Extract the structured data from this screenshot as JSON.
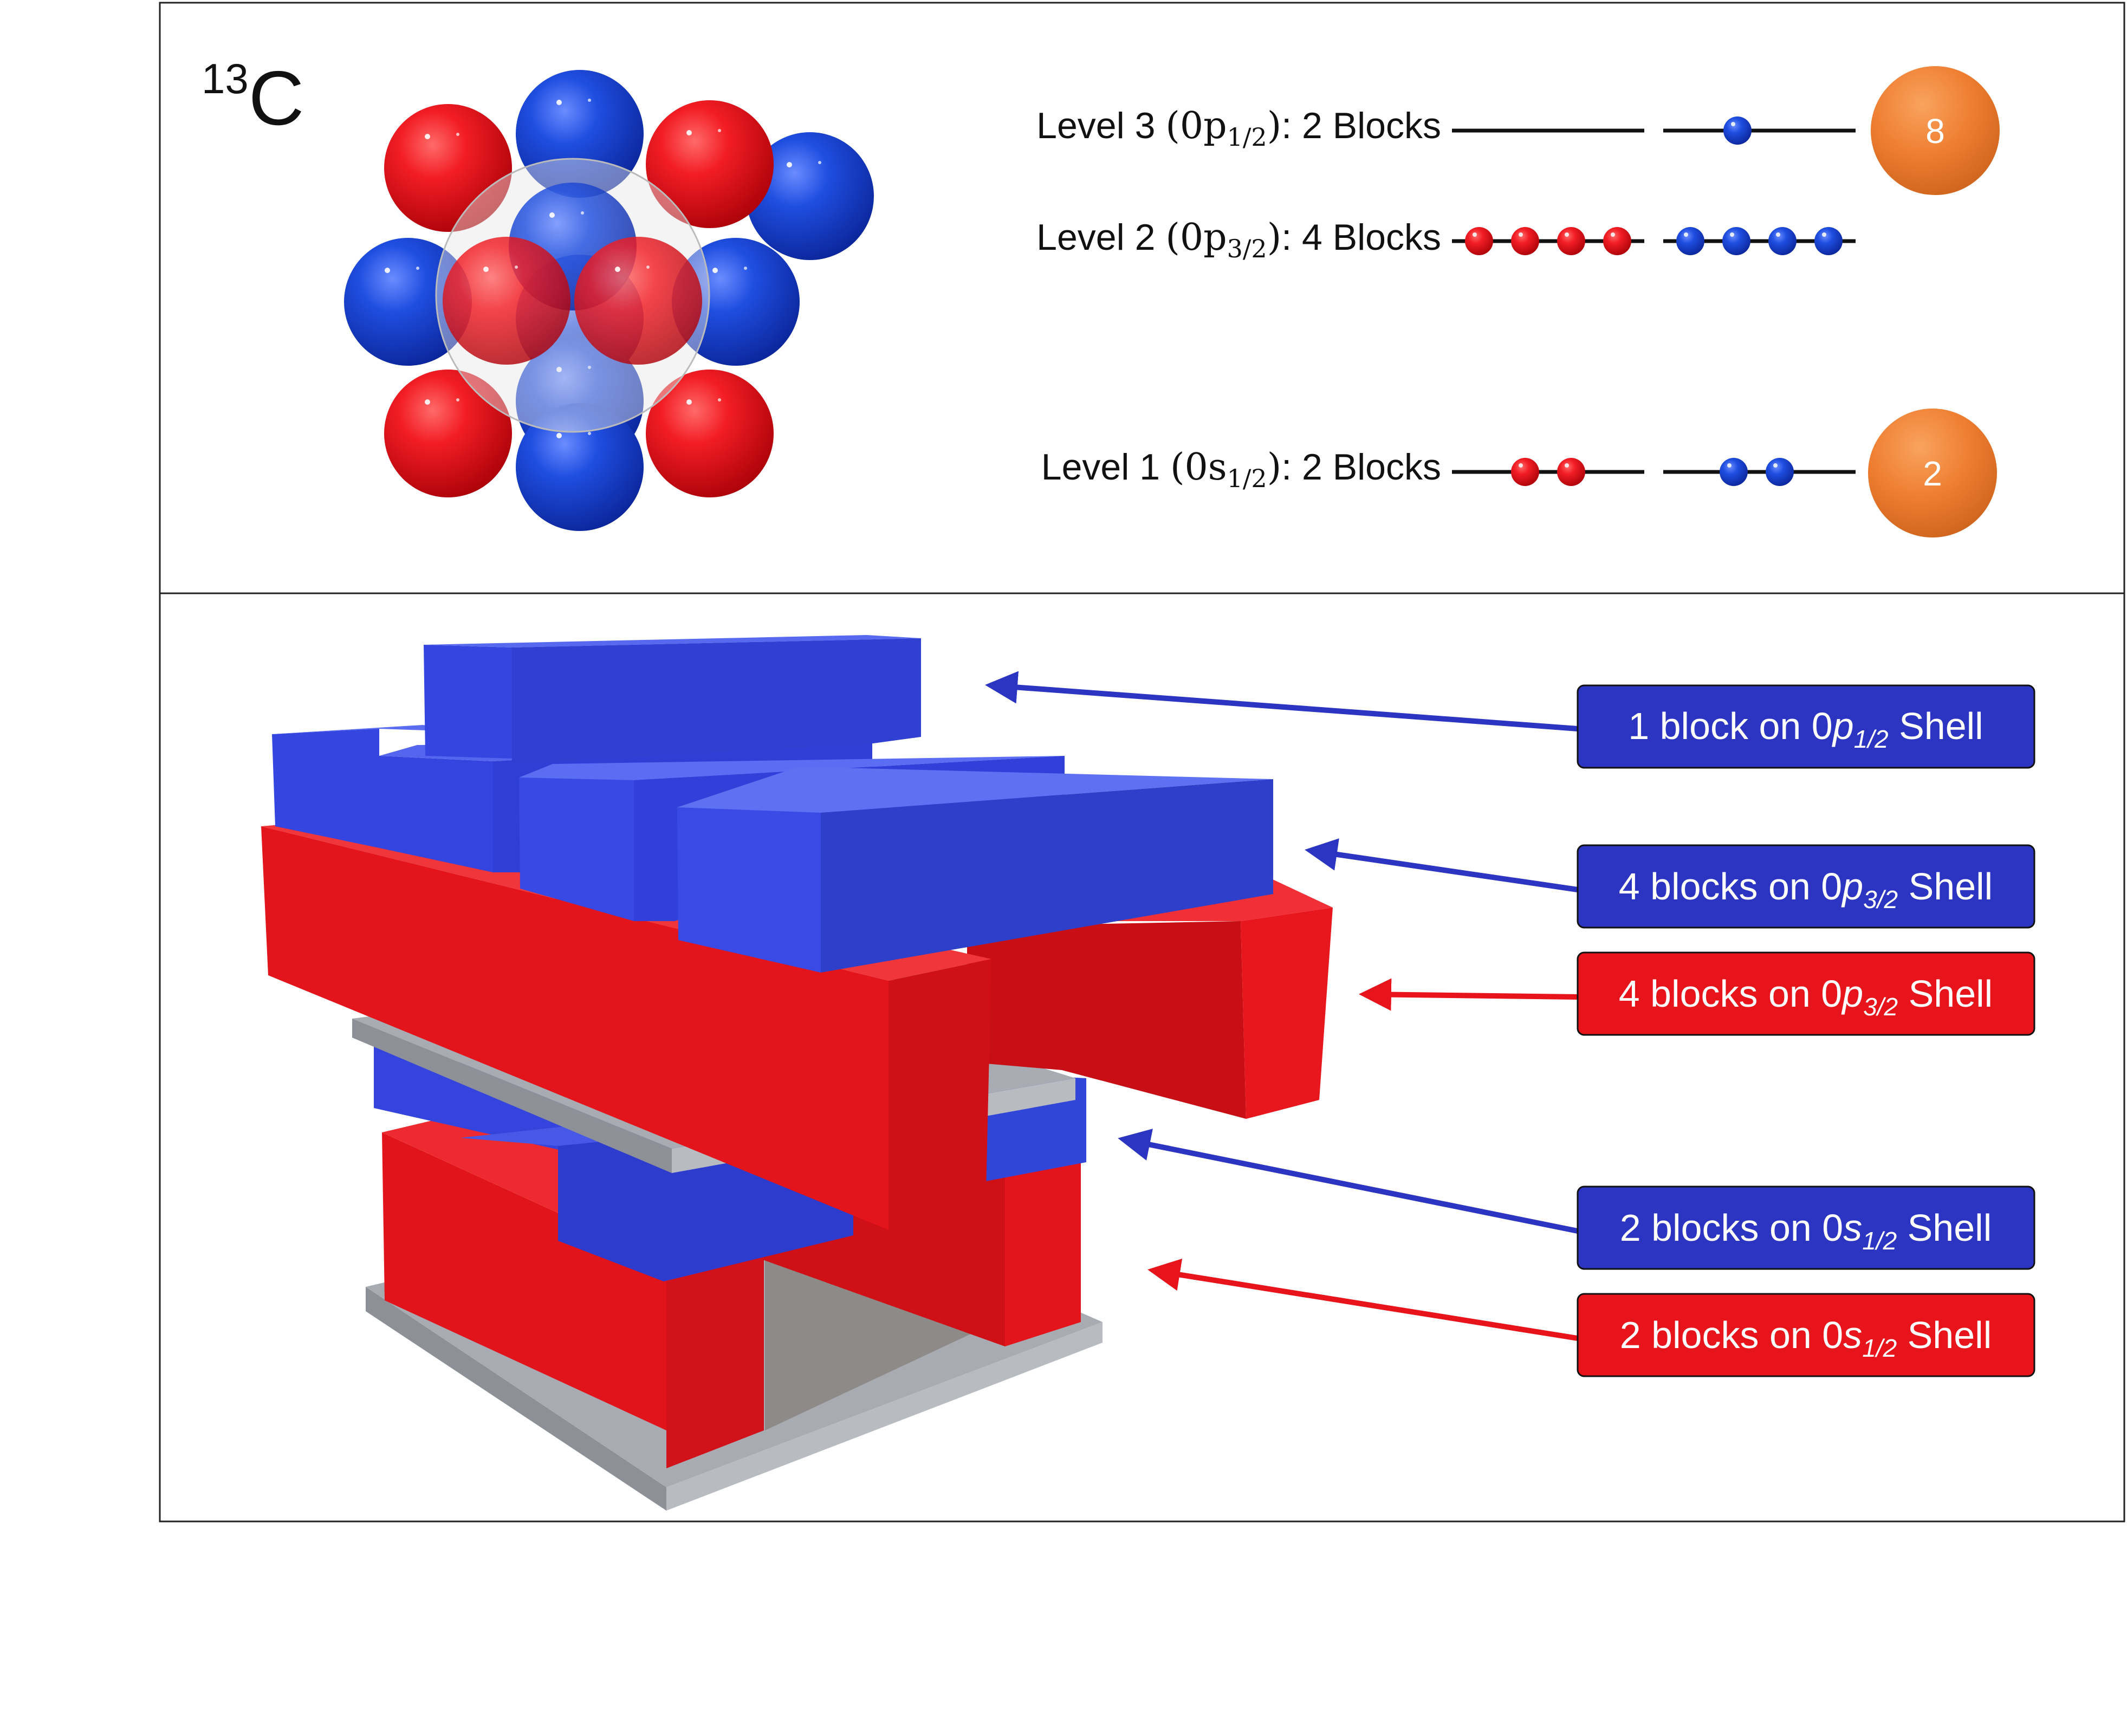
{
  "nucleus": {
    "mass_number": "13",
    "symbol": "C"
  },
  "levels": [
    {
      "id": "level-3",
      "label": "Level 3",
      "orbital": "0p",
      "sub": "1/2",
      "suffix": ": 2 Blocks",
      "left_dots": [],
      "right_dots": [
        "blue"
      ]
    },
    {
      "id": "level-2",
      "label": "Level 2",
      "orbital": "0p",
      "sub": "3/2",
      "suffix": ": 4 Blocks",
      "left_dots": [
        "red",
        "red",
        "red",
        "red"
      ],
      "right_dots": [
        "blue",
        "blue",
        "blue",
        "blue"
      ]
    },
    {
      "id": "level-1",
      "label": "Level 1",
      "orbital": "0s",
      "sub": "1/2",
      "suffix": ": 2 Blocks",
      "left_dots": [
        "red",
        "red"
      ],
      "right_dots": [
        "blue",
        "blue"
      ]
    }
  ],
  "magic_numbers": [
    "8",
    "2"
  ],
  "callouts": [
    {
      "id": "callout-1",
      "color": "blue",
      "prefix": "1 block on 0",
      "orb": "p",
      "sub": "1/2",
      "suffix": " Shell"
    },
    {
      "id": "callout-2",
      "color": "blue",
      "prefix": "4 blocks on 0",
      "orb": "p",
      "sub": "3/2",
      "suffix": " Shell"
    },
    {
      "id": "callout-3",
      "color": "red",
      "prefix": "4 blocks on 0",
      "orb": "p",
      "sub": "3/2",
      "suffix": " Shell"
    },
    {
      "id": "callout-4",
      "color": "blue",
      "prefix": "2 blocks on 0",
      "orb": "s",
      "sub": "1/2",
      "suffix": " Shell"
    },
    {
      "id": "callout-5",
      "color": "red",
      "prefix": "2 blocks on 0",
      "orb": "s",
      "sub": "1/2",
      "suffix": " Shell"
    }
  ],
  "colors": {
    "proton": "#e8141b",
    "neutron": "#2348d8",
    "callout_blue": "#2b35c2",
    "callout_red": "#e8141b",
    "magic_orange": "#ee7d30",
    "plate": "#a7abb0"
  }
}
